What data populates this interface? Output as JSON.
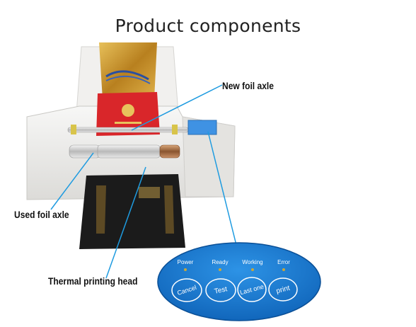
{
  "title": "Product components",
  "callouts": {
    "new_foil_axle": "New foil axle",
    "used_foil_axle": "Used foil axle",
    "thermal_printing_head": "Thermal printing head"
  },
  "control_panel": {
    "lights": [
      "Power",
      "Ready",
      "Working",
      "Error"
    ],
    "buttons": [
      "Cancel",
      "Test",
      "Last one",
      "print"
    ],
    "panel_color": "#1a7fd6",
    "led_color": "#c9a83a"
  },
  "colors": {
    "pointer_line": "#1e9be0",
    "machine_body": "#ecebe9",
    "book_cover": "#d9262a",
    "gold_card": "#c8952c",
    "black_card": "#1b1b1b"
  }
}
